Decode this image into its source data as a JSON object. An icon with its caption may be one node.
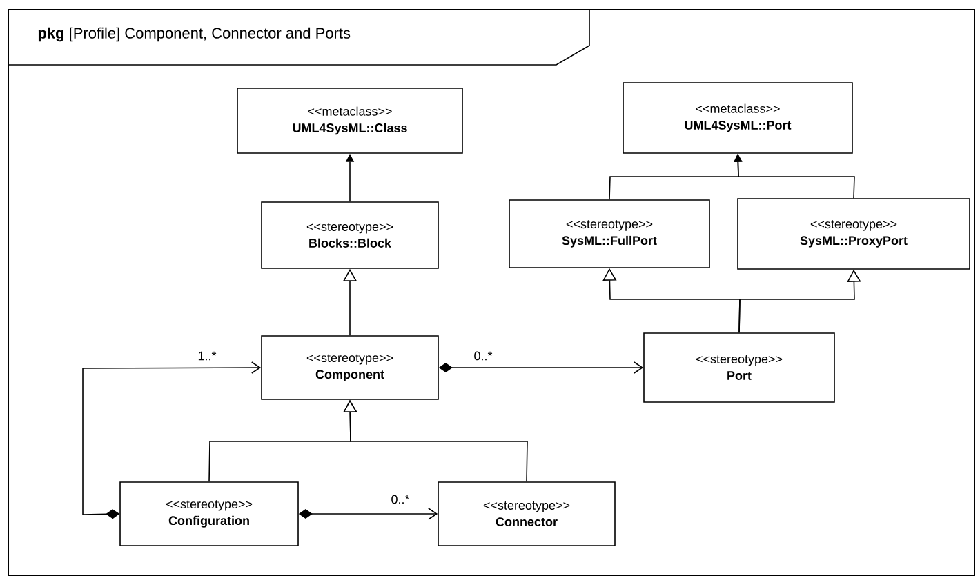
{
  "diagram": {
    "nodes": [
      {
        "text": [
          "**pkg** [Profile] Component, Connector and Ports"
        ]
      },
      {
        "text": [
          "<<metaclass>>",
          "UML4SysML::Class"
        ],
        "in": 0
      },
      {
        "text": [
          "<<metaclass>>",
          "UML4SysML::Port"
        ],
        "in": 0
      },
      {
        "text": [
          "<<stereotype>>",
          "Blocks::Block"
        ],
        "in": 0
      },
      {
        "text": [
          "<<stereotype>>",
          "SysML::FullPort"
        ],
        "in": 0
      },
      {
        "text": [
          "<<stereotype>>",
          "SysML::ProxyPort"
        ],
        "in": 0
      },
      {
        "text": [
          "<<stereotype>>",
          "Component"
        ],
        "in": 0
      },
      {
        "text": [
          "<<stereotype>>",
          "Port"
        ],
        "in": 0
      },
      {
        "text": [
          "<<stereotype>>",
          "Configuration"
        ],
        "in": 0
      },
      {
        "text": [
          "<<stereotype>>",
          "Connector"
        ],
        "in": 0
      }
    ],
    "edges": [
      {
        "from": 3,
        "to": 1,
        "arrow": "to"
      },
      {
        "from": 4,
        "to": 2,
        "arrow": "to"
      },
      {
        "from": 5,
        "to": 2,
        "arrow": "to"
      },
      {
        "from": 6,
        "to": 3,
        "arrow": "to"
      },
      {
        "from": 7,
        "to": 4,
        "arrow": "to"
      },
      {
        "from": 7,
        "to": 5,
        "arrow": "to"
      },
      {
        "from": 8,
        "to": 6,
        "arrow": "to",
        "label": "1..*"
      },
      {
        "from": 6,
        "to": 7,
        "arrow": "to",
        "label": "0..*"
      },
      {
        "from": 8,
        "to": 9,
        "arrow": "to",
        "label": "0..*"
      },
      {
        "from": 8,
        "to": 6,
        "arrow": "to"
      },
      {
        "from": 9,
        "to": 6,
        "arrow": "to"
      }
    ]
  }
}
